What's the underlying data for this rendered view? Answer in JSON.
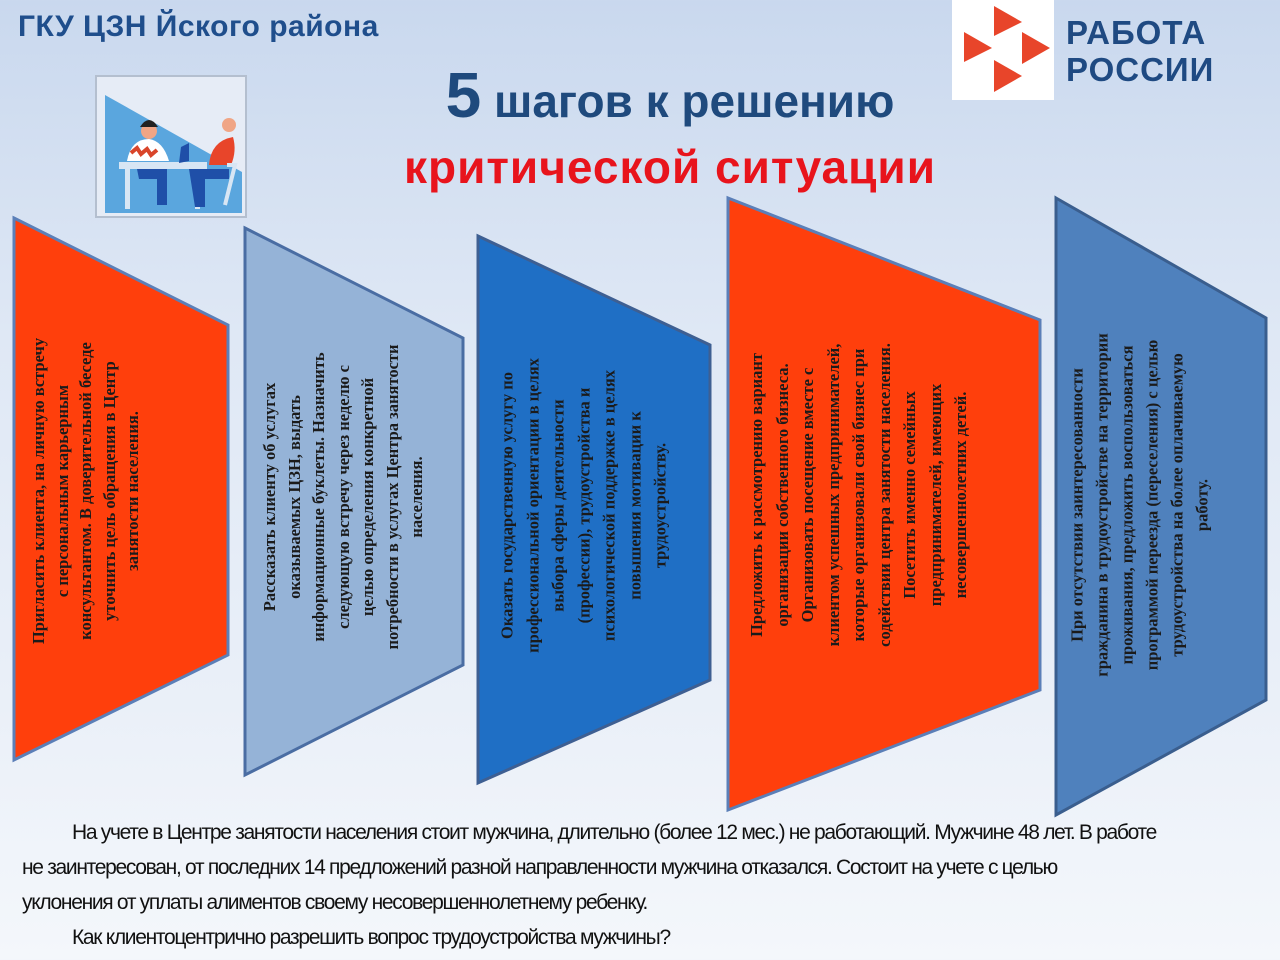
{
  "header": {
    "organization": "ГКУ ЦЗН Йского района",
    "brand_line1": "РАБОТА",
    "brand_line2": "РОССИИ",
    "title_number": "5",
    "title_rest": " шагов к решению",
    "title_line2": "критической ситуации"
  },
  "colors": {
    "orange": "#ff3f0c",
    "light_blue": "#95b3d7",
    "blue": "#1f6fc5",
    "steel_blue": "#4f81bd",
    "title_blue": "#1f4a7d",
    "title_red": "#e8141c"
  },
  "steps": [
    {
      "text": "Пригласить клиента, на личную встречу с персональным карьерным консультантом. В доверительной беседе уточнить цель обращения в Центр занятости населения."
    },
    {
      "text": "Рассказать клиенту об услугах оказываемых ЦЗН, выдать информационные буклеты. Назначить следующую встречу через неделю с целью определения конкретной потребности в услугах Центра занятости населения."
    },
    {
      "text": "Оказать государственную услугу по профессиональной ориентации в целях выбора сферы деятельности (профессии), трудоустройства и психологической поддержке в целях повышения мотивации к трудоустройству."
    },
    {
      "text": "Предложить к рассмотрению вариант организации собственного бизнеса. Организовать посещение вместе с клиентом успешных предпринимателей, которые организовали свой бизнес при содействии центра занятости населения. Посетить именно семейных предпринимателей, имеющих несовершеннолетних детей."
    },
    {
      "text": "При отсутствии заинтересованности гражданина в трудоустройстве на территории проживания, предложить воспользоваться программой переезда (переселения) с целью трудоустройства на более оплачиваемую работу."
    }
  ],
  "case": {
    "lines": [
      "На учете в Центре занятости населения стоит мужчина, длительно (более 12 мес.) не работающий. Мужчине 48 лет. В работе",
      "не заинтересован, от последних 14 предложений разной направленности мужчина отказался. Состоит на учете с целью",
      "уклонения от уплаты алиментов своему несовершеннолетнему ребенку."
    ],
    "question": "Как клиентоцентрично разрешить вопрос трудоустройства мужчины?"
  }
}
